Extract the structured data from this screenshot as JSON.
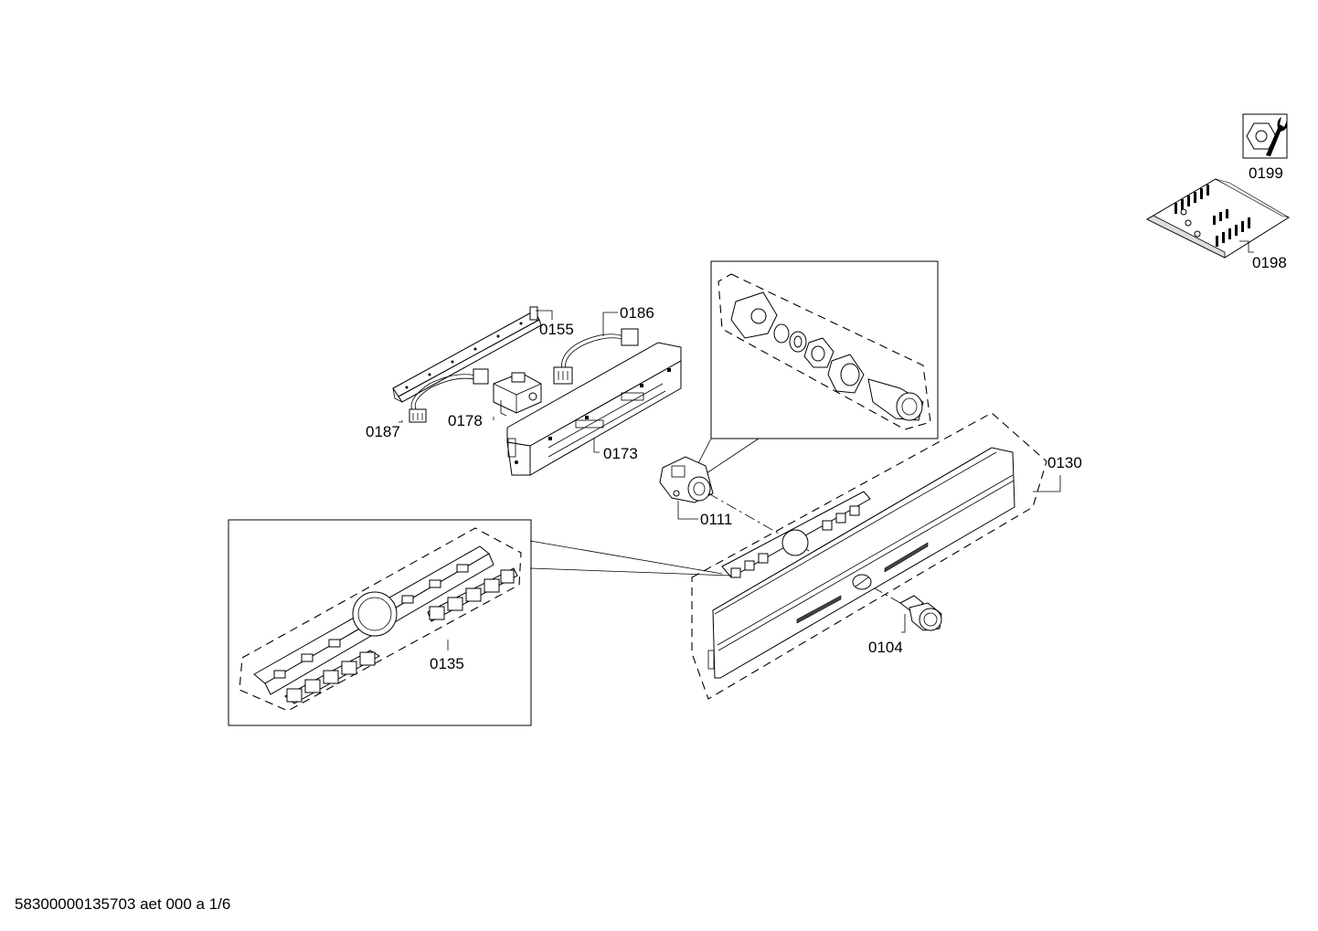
{
  "parts": {
    "p0199": "0199",
    "p0198": "0198",
    "p0155": "0155",
    "p0186": "0186",
    "p0187": "0187",
    "p0178": "0178",
    "p0173": "0173",
    "p0111": "0111",
    "p0130": "0130",
    "p0135": "0135",
    "p0104": "0104"
  },
  "footer": {
    "document_id": "58300000135703 aet 000 a 1/6"
  },
  "icons": [
    "wrench-nut-icon",
    "screw-bag-icon"
  ],
  "colors": {
    "line": "#000000",
    "background": "#ffffff"
  }
}
